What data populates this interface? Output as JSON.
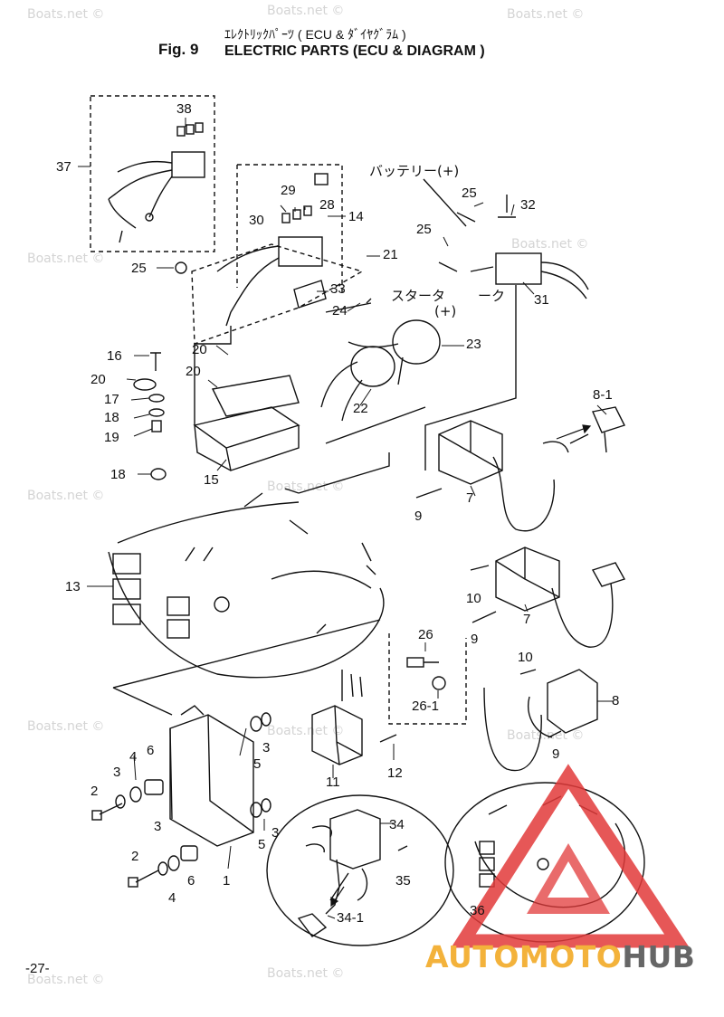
{
  "header": {
    "fig_label": "Fig. 9",
    "title_jp": "ｴﾚｸﾄﾘｯｸﾊﾟｰﾂ ( ECU & ﾀﾞｲﾔｸﾞﾗﾑ )",
    "title_en": "ELECTRIC PARTS (ECU & DIAGRAM )"
  },
  "page_number": "-27-",
  "watermark": "Boats.net ©",
  "labels": {
    "battery_plus": "バッテリー(+)",
    "starter_jp": "スタータ",
    "starter_suffix": "ーク",
    "starter_plus": "(+)"
  },
  "part_numbers": {
    "n1": "1",
    "n2a": "2",
    "n2b": "2",
    "n3a": "3",
    "n3b": "3",
    "n3c": "3",
    "n3d": "3",
    "n4a": "4",
    "n4b": "4",
    "n5a": "5",
    "n5b": "5",
    "n6a": "6",
    "n6b": "6",
    "n7a": "7",
    "n7b": "7",
    "n8": "8",
    "n8_1": "8-1",
    "n9a": "9",
    "n9b": "9",
    "n9c": "9",
    "n10a": "10",
    "n10b": "10",
    "n11": "11",
    "n12": "12",
    "n13": "13",
    "n14": "14",
    "n15": "15",
    "n16": "16",
    "n17": "17",
    "n18a": "18",
    "n18b": "18",
    "n19": "19",
    "n20a": "20",
    "n20b": "20",
    "n20c": "20",
    "n21": "21",
    "n22": "22",
    "n23": "23",
    "n24": "24",
    "n25a": "25",
    "n25b": "25",
    "n25c": "25",
    "n26": "26",
    "n26_1": "26-1",
    "n28": "28",
    "n29": "29",
    "n30": "30",
    "n31": "31",
    "n32": "32",
    "n33": "33",
    "n34": "34",
    "n34_1": "34-1",
    "n35": "35",
    "n36": "36",
    "n37": "37",
    "n38": "38"
  },
  "logo": {
    "part1": "AUTOMOTO",
    "part2": "HUB",
    "accent": "#f3b23b",
    "dark": "#666666",
    "triangle": "#e23a3a"
  }
}
